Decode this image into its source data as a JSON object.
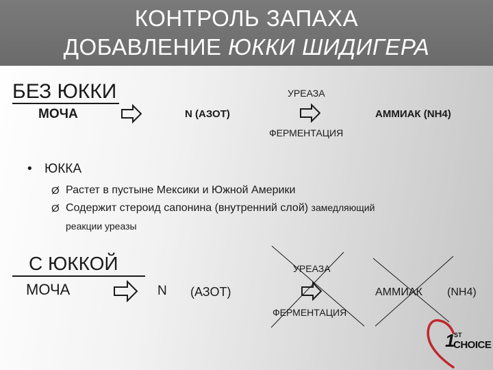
{
  "title": {
    "line1": "КОНТРОЛЬ ЗАПАХА",
    "line2_normal": "ДОБАВЛЕНИЕ ",
    "line2_italic": "ЮККИ ШИДИГЕРА"
  },
  "without_yucca": {
    "heading": "БЕЗ ЮККИ",
    "urine": "МОЧА",
    "nitrogen": "N (АЗОТ)",
    "urease": "УРЕАЗА",
    "fermentation": "ФЕРМЕНТАЦИЯ",
    "ammonia": "АММИАК (NH4)"
  },
  "yucca_section": {
    "bullet": "•",
    "heading": "ЮККА",
    "items": [
      "Растет в пустыне Мексики и Южной Америки",
      "Содержит стероид сапонина (внутренний слой) "
    ],
    "item2_tail": "замедляющий",
    "item2_cont": "реакции уреазы",
    "item_marker": "Ø"
  },
  "with_yucca": {
    "heading": "С ЮККОЙ",
    "urine": "МОЧА",
    "n": "N",
    "nitrogen_label": "(АЗОТ)",
    "urease": "УРЕАЗА",
    "fermentation": "ФЕРМЕНТАЦИЯ",
    "ammonia": "АММИАК",
    "nh4": "(NH4)"
  },
  "logo": {
    "superscript": "ST",
    "number": "1",
    "text": "CHOICE",
    "accent_color": "#c0272d"
  },
  "colors": {
    "title_bg": "#6e6e6e",
    "text": "#1a1a1a"
  }
}
